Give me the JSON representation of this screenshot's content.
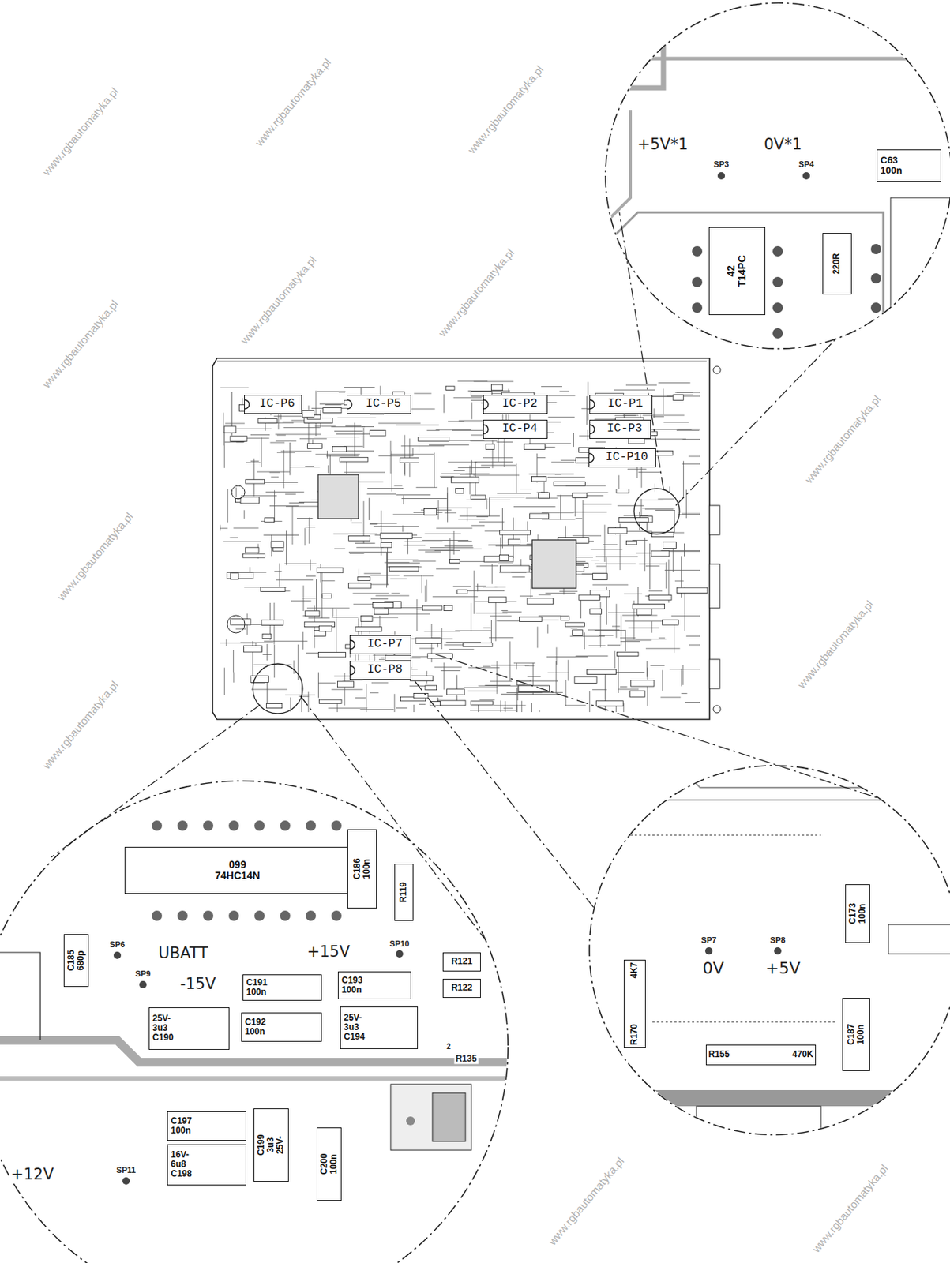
{
  "diagram": {
    "nodes": [
      {
        "text": [
          "IC-P6"
        ]
      },
      {
        "text": [
          "IC-P5"
        ]
      },
      {
        "text": [
          "IC-P2"
        ]
      },
      {
        "text": [
          "IC-P1"
        ]
      },
      {
        "text": [
          "IC-P4"
        ]
      },
      {
        "text": [
          "IC-P3"
        ]
      },
      {
        "text": [
          "IC-P10"
        ]
      },
      {
        "text": [
          "IC-P7"
        ]
      },
      {
        "text": [
          "IC-P8"
        ]
      },
      {
        "text": [
          "C63",
          "100n"
        ]
      },
      {
        "text": [
          "42",
          "T14PC"
        ]
      },
      {
        "text": [
          "220R"
        ]
      },
      {
        "text": [
          "099",
          "74HC14N"
        ]
      },
      {
        "text": [
          "C186",
          "100n"
        ]
      },
      {
        "text": [
          "R119"
        ]
      },
      {
        "text": [
          "C185",
          "680p"
        ]
      },
      {
        "text": [
          "C191",
          "100n"
        ]
      },
      {
        "text": [
          "C193",
          "100n"
        ]
      },
      {
        "text": [
          "R121"
        ]
      },
      {
        "text": [
          "R122"
        ]
      },
      {
        "text": [
          "25V-",
          "3u3",
          "C190"
        ]
      },
      {
        "text": [
          "C192",
          "100n"
        ]
      },
      {
        "text": [
          "25V-",
          "3u3",
          "C194"
        ]
      },
      {
        "text": [
          "C197",
          "100n"
        ]
      },
      {
        "text": [
          "C199",
          "3u3",
          "25V-"
        ]
      },
      {
        "text": [
          "C200",
          "100n"
        ]
      },
      {
        "text": [
          "16V-",
          "6u8",
          "C198"
        ]
      },
      {
        "text": [
          "C173",
          "100n"
        ]
      },
      {
        "text": [
          "R170",
          "4K7"
        ]
      },
      {
        "text": [
          "C187",
          "100n"
        ]
      },
      {
        "text": [
          "R155",
          "470K"
        ]
      }
    ],
    "labels": [
      "+5V*1",
      "0V*1",
      "SP3",
      "SP4",
      "SP6",
      "UBATT",
      "+15V",
      "SP10",
      "SP9",
      "-15V",
      "R135",
      "2",
      "+12V",
      "SP11",
      "SP7",
      "SP8",
      "0V",
      "+5V",
      "www.rgbautomatyka.pl",
      "www.rgbautomatyka.pl",
      "www.rgbautomatyka.pl",
      "www.rgbautomatyka.pl",
      "www.rgbautomatyka.pl",
      "www.rgbautomatyka.pl",
      "www.rgbautomatyka.pl",
      "www.rgbautomatyka.pl",
      "www.rgbautomatyka.pl",
      "www.rgbautomatyka.pl",
      "www.rgbautomatyka.pl",
      "www.rgbautomatyka.pl"
    ]
  }
}
